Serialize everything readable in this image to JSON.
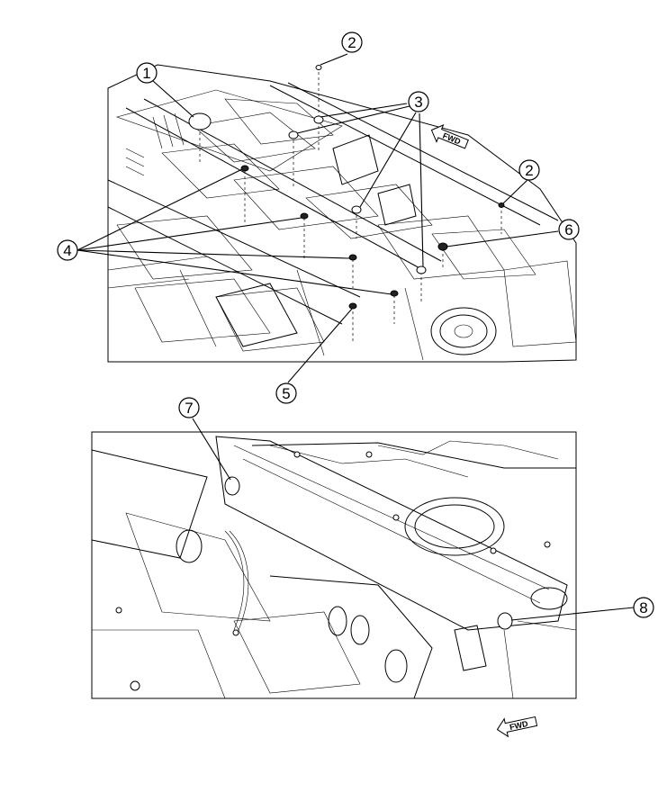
{
  "callouts": {
    "c1": "1",
    "c2a": "2",
    "c2b": "2",
    "c3": "3",
    "c4": "4",
    "c5": "5",
    "c6": "6",
    "c7": "7",
    "c8": "8"
  },
  "arrows": {
    "top_fwd": "FWD",
    "bottom_fwd": "FWD"
  }
}
